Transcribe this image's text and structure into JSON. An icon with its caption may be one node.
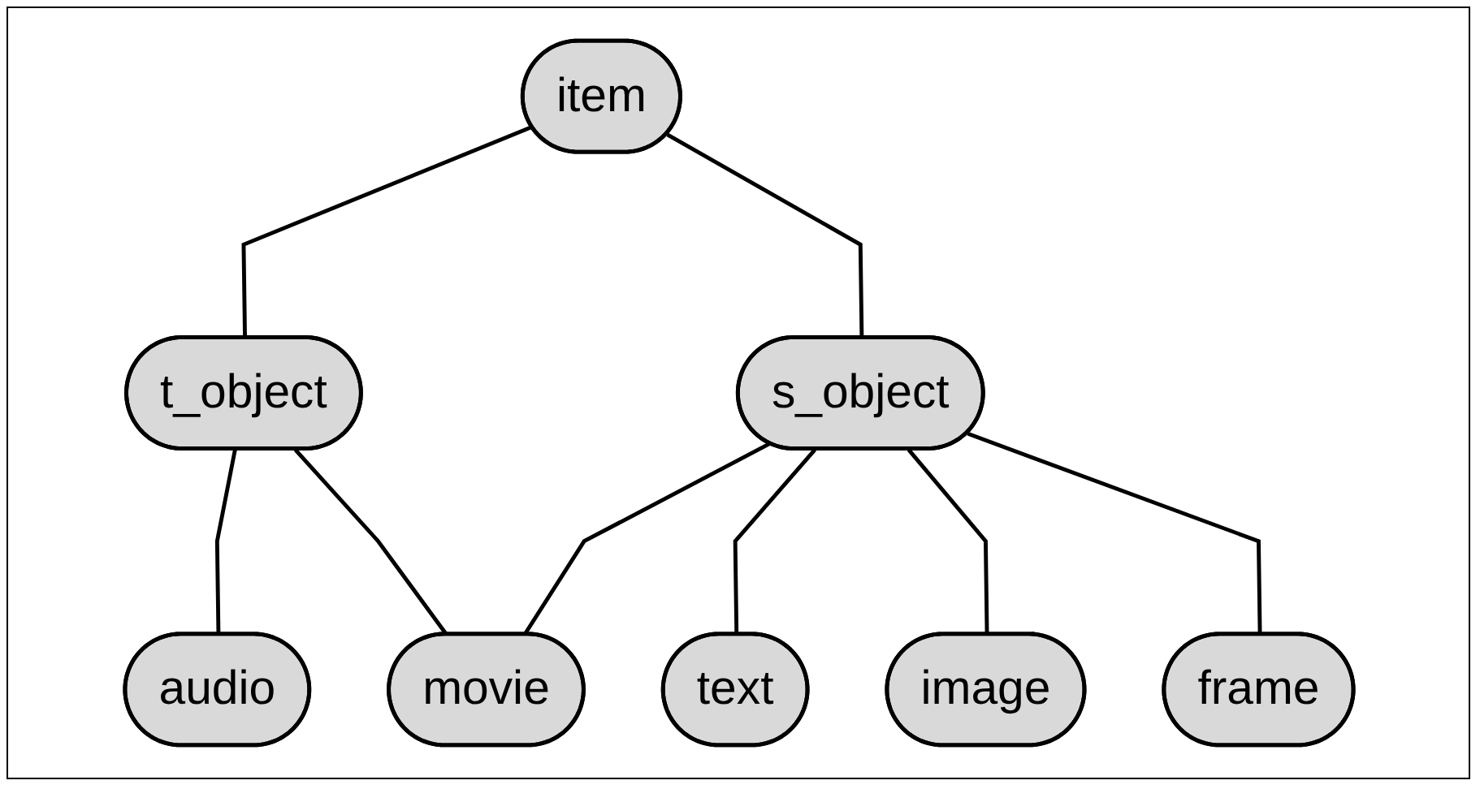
{
  "diagram": {
    "nodes": [
      {
        "text": [
          "item"
        ]
      },
      {
        "text": [
          "t_object"
        ]
      },
      {
        "text": [
          "s_object"
        ]
      },
      {
        "text": [
          "audio"
        ]
      },
      {
        "text": [
          "movie"
        ]
      },
      {
        "text": [
          "text"
        ]
      },
      {
        "text": [
          "image"
        ]
      },
      {
        "text": [
          "frame"
        ]
      }
    ],
    "edges": [
      {
        "from": 0,
        "to": 1,
        "arrow": "none"
      },
      {
        "from": 0,
        "to": 2,
        "arrow": "none"
      },
      {
        "from": 1,
        "to": 3,
        "arrow": "none"
      },
      {
        "from": 1,
        "to": 4,
        "arrow": "none"
      },
      {
        "from": 2,
        "to": 4,
        "arrow": "none"
      },
      {
        "from": 2,
        "to": 5,
        "arrow": "none"
      },
      {
        "from": 2,
        "to": 6,
        "arrow": "none"
      },
      {
        "from": 2,
        "to": 7,
        "arrow": "none"
      }
    ]
  }
}
